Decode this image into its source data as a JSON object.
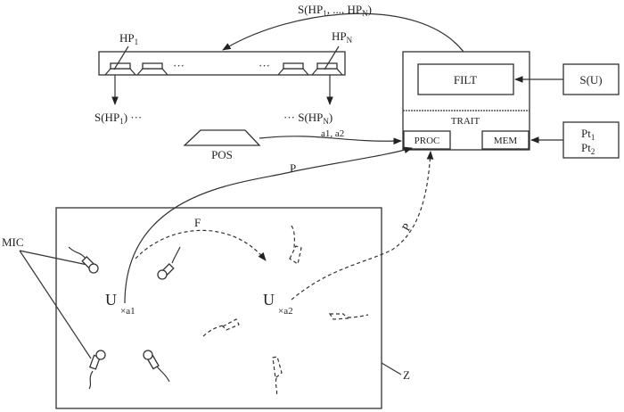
{
  "speaker_bar": {
    "hp1_label": "HP",
    "hp1_sub": "1",
    "hpn_label": "HP",
    "hpn_sub": "N",
    "ellipsis": "···"
  },
  "signals": {
    "top_arc_label_pre": "S(HP",
    "top_arc_label_sub1": "1",
    "top_arc_label_mid": ", ..., HP",
    "top_arc_label_subN": "N",
    "top_arc_label_post": ")",
    "s_hp1_pre": "S(HP",
    "s_hp1_sub": "1",
    "s_hp1_post": ") ···",
    "s_hpn_pre": "··· S(HP",
    "s_hpn_sub": "N",
    "s_hpn_post": ")"
  },
  "processor": {
    "filt": "FILT",
    "trait": "TRAIT",
    "proc": "PROC",
    "mem": "MEM"
  },
  "inputs": {
    "su": "S(U)",
    "pt1": "Pt",
    "pt1_sub": "1",
    "pt2": "Pt",
    "pt2_sub": "2"
  },
  "pos": {
    "label": "POS",
    "arrow_label": "a1, a2"
  },
  "zone": {
    "label": "Z",
    "mic_label": "MIC",
    "user1": "U",
    "pos1": "×a1",
    "user2": "U",
    "pos2": "×a2",
    "f_label": "F",
    "p_label_solid": "P",
    "p_label_dashed": "P"
  }
}
